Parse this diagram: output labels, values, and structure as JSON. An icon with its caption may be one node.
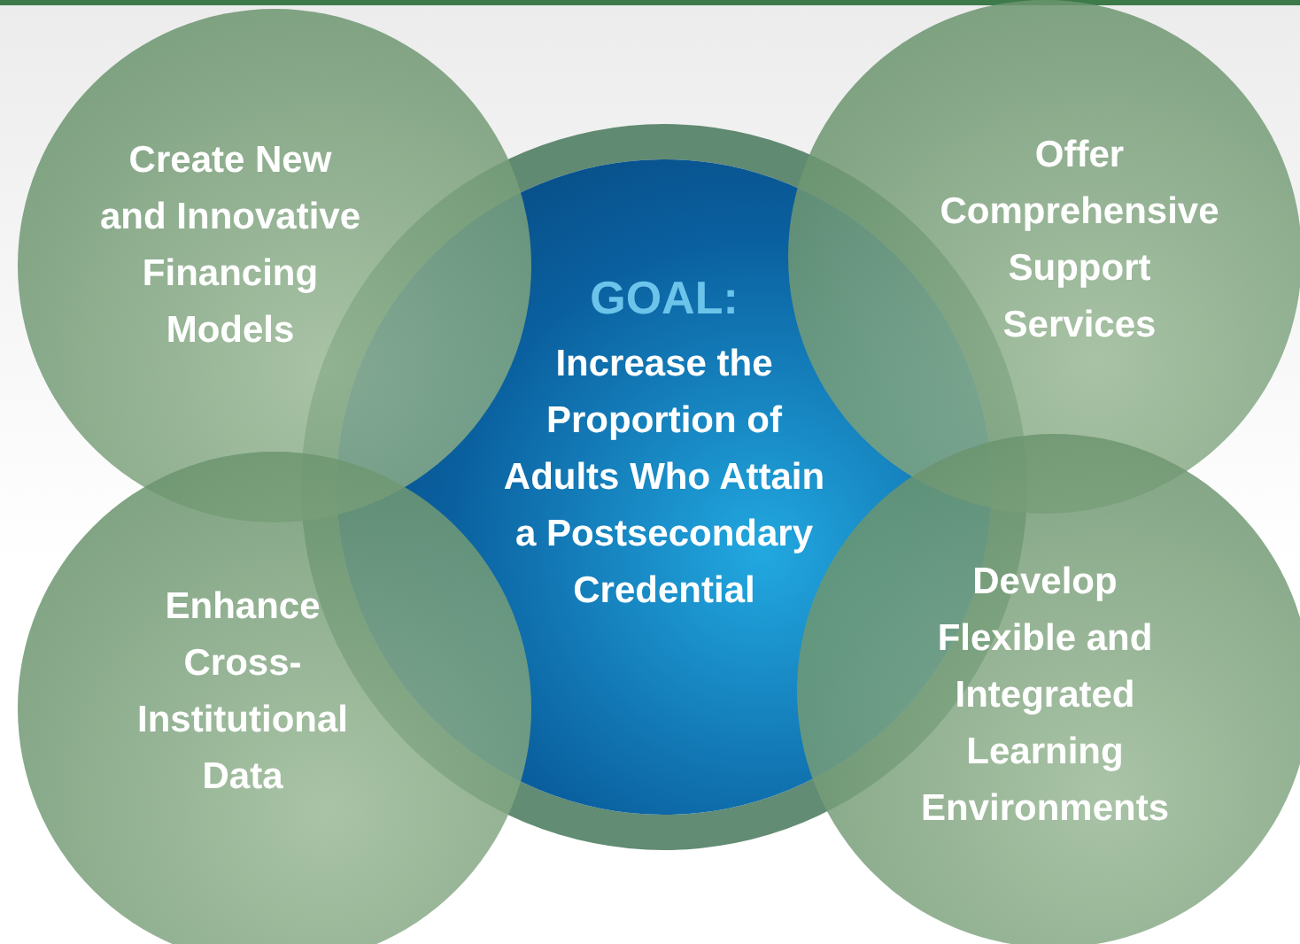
{
  "diagram": {
    "nodes": [
      {
        "text": [
          "Create New and Innovative Financing Models"
        ]
      },
      {
        "text": [
          "Offer Comprehensive Support Services"
        ]
      },
      {
        "text": [
          "GOAL:",
          "Increase the Proportion of Adults Who Attain a Postsecondary Credential"
        ]
      },
      {
        "text": [
          "Enhance Cross-Institutional Data"
        ]
      },
      {
        "text": [
          "Develop Flexible and Integrated Learning Environments"
        ]
      }
    ],
    "edges": []
  }
}
